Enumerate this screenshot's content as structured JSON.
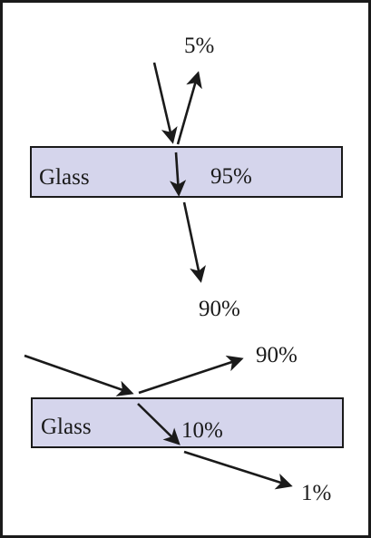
{
  "colors": {
    "glass_fill": "#d5d5ec",
    "ink": "#1a1a1a",
    "background": "#ffffff"
  },
  "top_panel": {
    "glass_label": "Glass",
    "reflected_label": "5%",
    "inside_label": "95%",
    "transmitted_label": "90%"
  },
  "bottom_panel": {
    "glass_label": "Glass",
    "reflected_label": "90%",
    "inside_label": "10%",
    "transmitted_label": "1%"
  }
}
